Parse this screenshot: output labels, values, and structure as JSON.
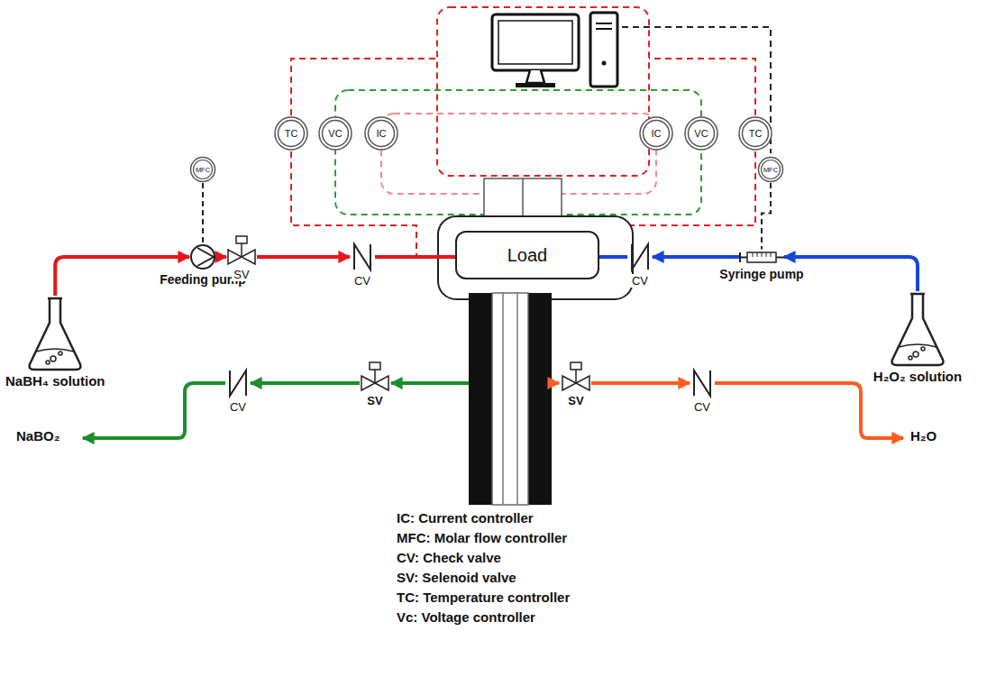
{
  "diagram": {
    "nodes": [
      {
        "text": [
          "TC"
        ]
      },
      {
        "text": [
          "VC"
        ]
      },
      {
        "text": [
          "IC"
        ]
      },
      {
        "text": [
          "IC"
        ]
      },
      {
        "text": [
          "VC"
        ]
      },
      {
        "text": [
          "TC"
        ]
      },
      {
        "text": [
          "Load"
        ]
      },
      {
        "text": [
          "MFC"
        ]
      },
      {
        "text": [
          "MFC"
        ]
      },
      {
        "text": [
          "NaBH₄ solution"
        ]
      },
      {
        "text": [
          "Feeding pump"
        ]
      },
      {
        "text": [
          "SV"
        ]
      },
      {
        "text": [
          "CV"
        ]
      },
      {
        "text": [
          "CV"
        ]
      },
      {
        "text": [
          "Syringe pump"
        ]
      },
      {
        "text": [
          "H₂O₂ solution"
        ]
      },
      {
        "text": [
          "CV"
        ]
      },
      {
        "text": [
          "SV"
        ]
      },
      {
        "text": [
          "SV"
        ]
      },
      {
        "text": [
          "CV"
        ]
      }
    ],
    "edges": [
      {
        "from": 7,
        "to": 10,
        "arrow": "none"
      },
      {
        "from": 9,
        "to": 10,
        "arrow": "to"
      },
      {
        "from": 10,
        "to": 11,
        "arrow": "to"
      },
      {
        "from": 11,
        "to": 12,
        "arrow": "to"
      },
      {
        "from": 15,
        "to": 14,
        "arrow": "to"
      },
      {
        "from": 14,
        "to": 13,
        "arrow": "to"
      },
      {
        "from": 17,
        "to": 16,
        "arrow": "to"
      },
      {
        "from": 18,
        "to": 19,
        "arrow": "to"
      },
      {
        "from": 8,
        "to": 14,
        "arrow": "none"
      }
    ],
    "labels": [
      "NaBO₂",
      "H₂O",
      "IC: Current controller",
      "MFC: Molar flow controller",
      "CV: Check valve",
      "SV: Selenoid valve",
      "TC: Temperature controller",
      "Vc: Voltage controller"
    ]
  }
}
